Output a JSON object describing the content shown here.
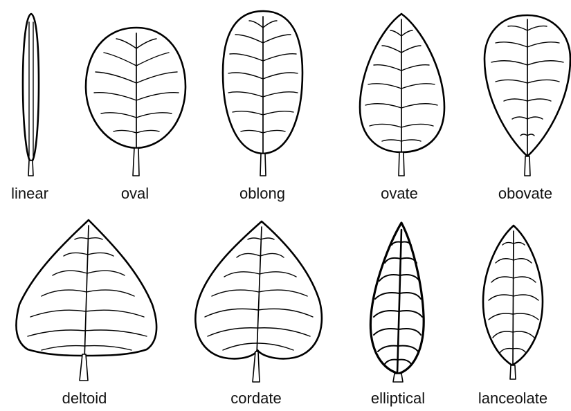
{
  "labels": {
    "linear": "linear",
    "oval": "oval",
    "oblong": "oblong",
    "ovate": "ovate",
    "obovate": "obovate",
    "deltoid": "deltoid",
    "cordate": "cordate",
    "elliptical": "elliptical",
    "lanceolate": "lanceolate"
  }
}
